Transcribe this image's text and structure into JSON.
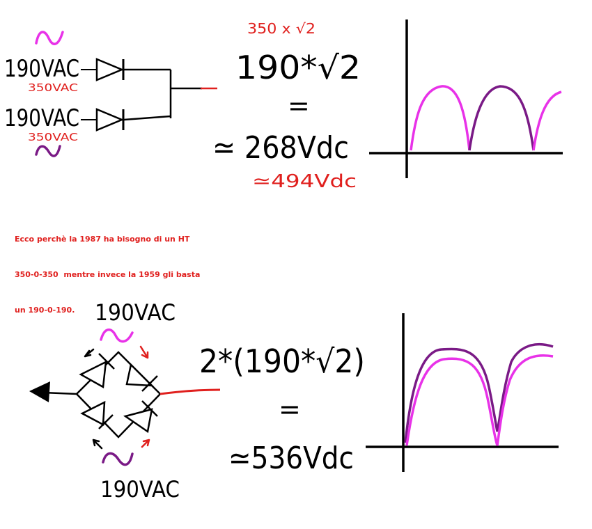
{
  "colors": {
    "black": "#000000",
    "red": "#e0201e",
    "magenta": "#e832e8",
    "purple": "#7a1a86"
  },
  "top": {
    "source_1": {
      "label": "190VAC",
      "alt_label": "350VAC"
    },
    "source_2": {
      "label": "190VAC",
      "alt_label": "350VAC"
    },
    "formula_note": "350 x √2",
    "formula": "190*√2",
    "equals": "=",
    "result": "≃ 268Vdc",
    "result_alt": "≃494Vdc"
  },
  "caption": {
    "lines": [
      "Ecco perchè la 1987 ha bisogno di un HT",
      "350-0-350  mentre invece la 1959 gli basta",
      "un 190-0-190."
    ]
  },
  "bottom": {
    "source_top": {
      "label": "190VAC"
    },
    "source_bottom": {
      "label": "190VAC"
    },
    "formula": "2*(190*√2)",
    "equals": "=",
    "result": "≃536Vdc"
  }
}
